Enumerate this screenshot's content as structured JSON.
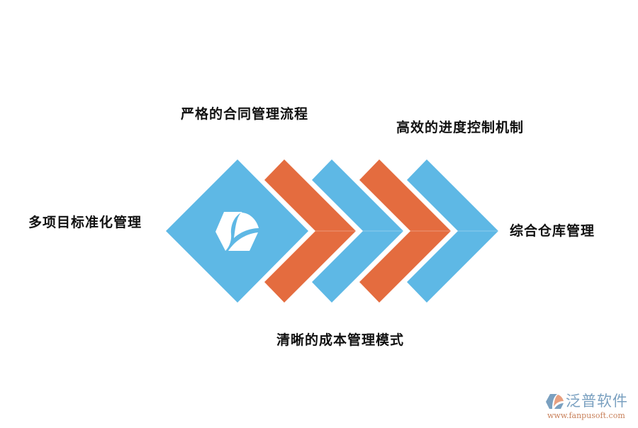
{
  "colors": {
    "blue": "#5eb8e5",
    "orange": "#e46c3f",
    "text": "#111111",
    "background": "#ffffff"
  },
  "diagram": {
    "center_icon": "fanpu-logo-icon",
    "shapes": [
      {
        "type": "diamond",
        "color": "blue"
      },
      {
        "type": "chevron",
        "color": "orange"
      },
      {
        "type": "chevron",
        "color": "blue"
      },
      {
        "type": "chevron",
        "color": "orange"
      },
      {
        "type": "chevron",
        "color": "blue"
      }
    ],
    "labels": {
      "left": "多项目标准化管理",
      "top_left": "严格的合同管理流程",
      "top_right": "高效的进度控制机制",
      "bottom": "清晰的成本管理模式",
      "right": "综合仓库管理"
    }
  },
  "watermark": {
    "brand": "泛普软件",
    "url": "www.fanpusoft.com",
    "icon": "fanpu-logo-icon"
  }
}
